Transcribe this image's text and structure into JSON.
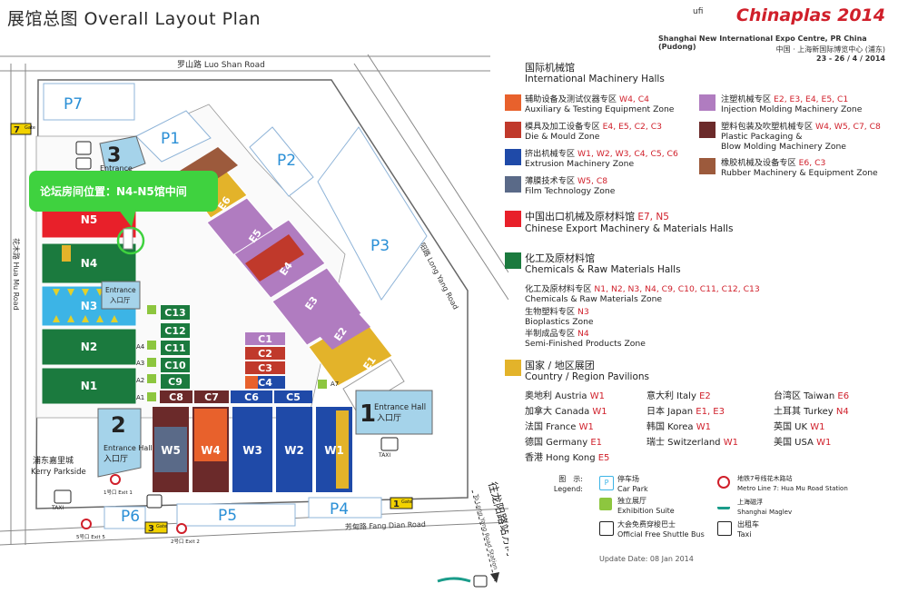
{
  "header": {
    "title": "展馆总图 Overall Layout Plan",
    "ufi": "ufi",
    "logo": "Chinaplas 2014",
    "venue_en": "Shanghai New International Expo Centre, PR China (Pudong)",
    "venue_zh": "中国 · 上海新国际博览中心 (浦东)",
    "dates": "23 - 26 / 4 / 2014"
  },
  "map": {
    "roads": {
      "top": "罗山路  Luo Shan Road",
      "left": "花木路  Hua Mu Road",
      "right": "龙阳路  Long Yang Road",
      "bottom": "芳甸路  Fang Dian Road",
      "station": "往龙阳路站方向",
      "station_en": "To Long Yang Road Station"
    },
    "parking": [
      "P1",
      "P2",
      "P3",
      "P4",
      "P5",
      "P6",
      "P7"
    ],
    "halls_north": [
      "N5",
      "N4",
      "N3",
      "N2",
      "N1"
    ],
    "halls_east": [
      "E6",
      "E5",
      "E4",
      "E3",
      "E2",
      "E1"
    ],
    "halls_west": [
      "W5",
      "W4",
      "W3",
      "W2",
      "W1"
    ],
    "conf_right": [
      "C13",
      "C12",
      "C11",
      "C10",
      "C9"
    ],
    "conf_mid": [
      "C1",
      "C2",
      "C3",
      "C4"
    ],
    "conf_bottom": [
      "C8",
      "C7",
      "C6",
      "C5"
    ],
    "annex": [
      "A4",
      "A3",
      "A2",
      "A1",
      "A7"
    ],
    "entrances": {
      "e1_num": "1",
      "e1_label": "Entrance Hall",
      "e1_zh": "入口厅",
      "e2_num": "2",
      "e2_label": "Entrance Hall",
      "e2_zh": "入口厅",
      "e3_num": "3",
      "e3_label": "Entrance"
    },
    "gates": {
      "g7": "7",
      "g1": "1",
      "g3": "3",
      "gate_label": "Gate",
      "gate_zh": "门"
    },
    "exits": {
      "ex1": "1号口 Exit 1",
      "ex2": "2号口 Exit 2",
      "ex5": "5号口 Exit 5"
    },
    "kerry": "浦东嘉里城",
    "kerry_en": "Kerry Parkside",
    "taxi": "TAXI",
    "callout": "论坛房间位置：N4-N5馆中间",
    "callout_bold": "N4-N5"
  },
  "legend": {
    "machinery_zh": "国际机械馆",
    "machinery_en": "International Machinery Halls",
    "m1_zh": "辅助设备及测试仪器专区",
    "m1_halls": "W4, C4",
    "m1_en": "Auxiliary & Testing Equipment Zone",
    "m2_zh": "注塑机械专区",
    "m2_halls": "E2, E3, E4, E5, C1",
    "m2_en": "Injection Molding Machinery Zone",
    "m3_zh": "模具及加工设备专区",
    "m3_halls": "E4, E5, C2, C3",
    "m3_en": "Die & Mould Zone",
    "m4_zh": "塑料包装及吹塑机械专区",
    "m4_halls": "W4, W5, C7, C8",
    "m4_en1": "Plastic Packaging &",
    "m4_en2": "Blow Molding Machinery Zone",
    "m5_zh": "挤出机械专区",
    "m5_halls": "W1, W2, W3, C4, C5, C6",
    "m5_en": "Extrusion Machinery Zone",
    "m6_zh": "橡胶机械及设备专区",
    "m6_halls": "E6, C3",
    "m6_en": "Rubber Machinery & Equipment Zone",
    "m7_zh": "薄膜技术专区",
    "m7_halls": "W5, C8",
    "m7_en": "Film Technology Zone",
    "export_zh": "中国出口机械及原材料馆",
    "export_halls": "E7, N5",
    "export_en": "Chinese Export Machinery & Materials Halls",
    "chem_zh": "化工及原材料馆",
    "chem_en": "Chemicals & Raw Materials Halls",
    "c1_zh": "化工及原材料专区",
    "c1_halls": "N1, N2, N3, N4, C9, C10, C11, C12, C13",
    "c1_en": "Chemicals & Raw Materials Zone",
    "c2_zh": "生物塑料专区",
    "c2_halls": "N3",
    "c2_en": "Bioplastics Zone",
    "c3_zh": "半制成品专区",
    "c3_halls": "N4",
    "c3_en": "Semi-Finished Products Zone",
    "country_zh": "国家 / 地区展团",
    "country_en": "Country / Region Pavilions",
    "countries": [
      {
        "name": "奥地利 Austria",
        "hall": "W1"
      },
      {
        "name": "意大利 Italy",
        "hall": "E2"
      },
      {
        "name": "台湾区 Taiwan",
        "hall": "E6"
      },
      {
        "name": "加拿大 Canada",
        "hall": "W1"
      },
      {
        "name": "日本 Japan",
        "hall": "E1, E3"
      },
      {
        "name": "土耳其 Turkey",
        "hall": "N4"
      },
      {
        "name": "法国 France",
        "hall": "W1"
      },
      {
        "name": "韩国 Korea",
        "hall": "W1"
      },
      {
        "name": "英国 UK",
        "hall": "W1"
      },
      {
        "name": "德国 Germany",
        "hall": "E1"
      },
      {
        "name": "瑞士 Switzerland",
        "hall": "W1"
      },
      {
        "name": "美国 USA",
        "hall": "W1"
      },
      {
        "name": "香港 Hong Kong",
        "hall": "E5"
      }
    ],
    "icons_title_zh": "图　示:",
    "icons_title_en": "Legend:",
    "car_park_zh": "停车场",
    "car_park_en": "Car Park",
    "car_park_sym": "P",
    "exh_suite_zh": "独立展厅",
    "exh_suite_en": "Exhibition Suite",
    "shuttle_zh": "大会免费穿梭巴士",
    "shuttle_en": "Official Free Shuttle Bus",
    "metro_zh": "地铁7号线花木路站",
    "metro_en": "Metro Line 7: Hua Mu Road Station",
    "maglev_zh": "上海磁浮",
    "maglev_en": "Shanghai Maglev",
    "taxi_zh": "出租车",
    "taxi_en": "Taxi",
    "update": "Update Date: 08 Jan 2014"
  },
  "colors": {
    "aux": "#e8612c",
    "injection": "#b07cc0",
    "die": "#c0392b",
    "packaging": "#6b2a2a",
    "extrusion": "#1f4aa8",
    "rubber": "#9c5a3c",
    "film": "#5a6a88",
    "export": "#e8202a",
    "chem": "#1b7a3e",
    "bio": "#3cb4e6",
    "country": "#e3b32a",
    "suite": "#8dc63f"
  }
}
